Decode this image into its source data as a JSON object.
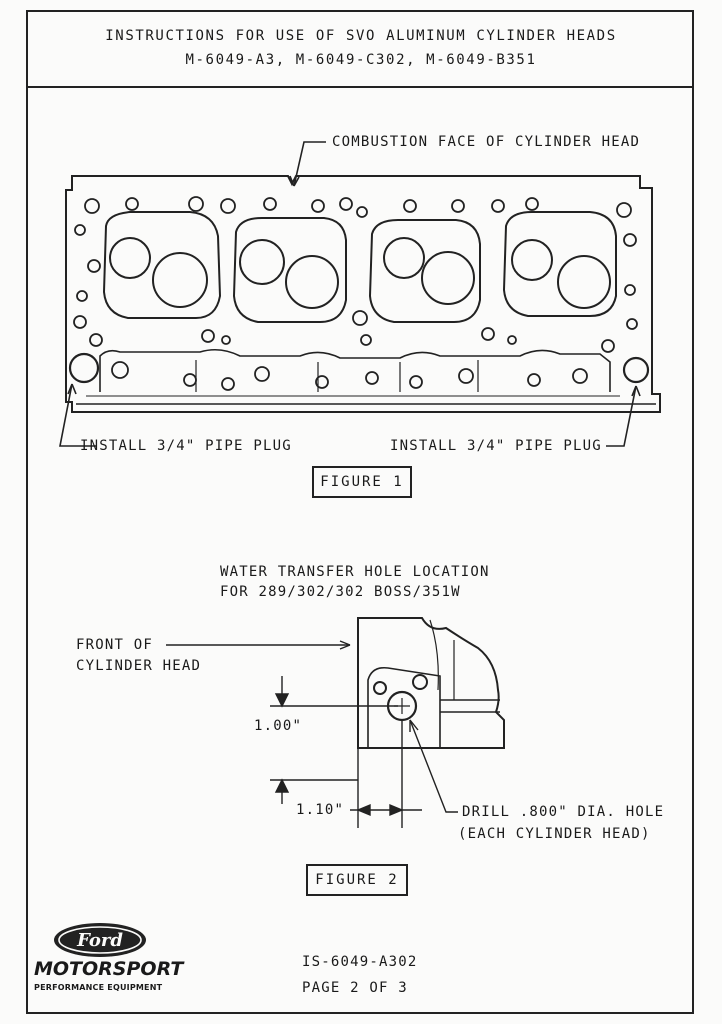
{
  "header": {
    "title": "INSTRUCTIONS FOR USE OF SVO ALUMINUM CYLINDER HEADS",
    "part_numbers": "M-6049-A3, M-6049-C302, M-6049-B351"
  },
  "figure1": {
    "callout_top": "COMBUSTION FACE OF CYLINDER HEAD",
    "callout_left": "INSTALL 3/4\" PIPE PLUG",
    "callout_right": "INSTALL 3/4\" PIPE PLUG",
    "caption": "FIGURE 1"
  },
  "figure2": {
    "heading_line1": "WATER TRANSFER HOLE LOCATION",
    "heading_line2": "FOR 289/302/302 BOSS/351W",
    "front_line1": "FRONT OF",
    "front_line2": "CYLINDER HEAD",
    "dim_vertical": "1.00\"",
    "dim_horizontal": "1.10\"",
    "drill_line1": "DRILL .800\" DIA. HOLE",
    "drill_line2": "(EACH CYLINDER HEAD)",
    "caption": "FIGURE 2"
  },
  "logo": {
    "oval_text": "Ford",
    "brand": "MOTORSPORT",
    "tagline": "PERFORMANCE EQUIPMENT"
  },
  "footer": {
    "doc_number": "IS-6049-A302",
    "page": "PAGE 2 OF 3"
  }
}
